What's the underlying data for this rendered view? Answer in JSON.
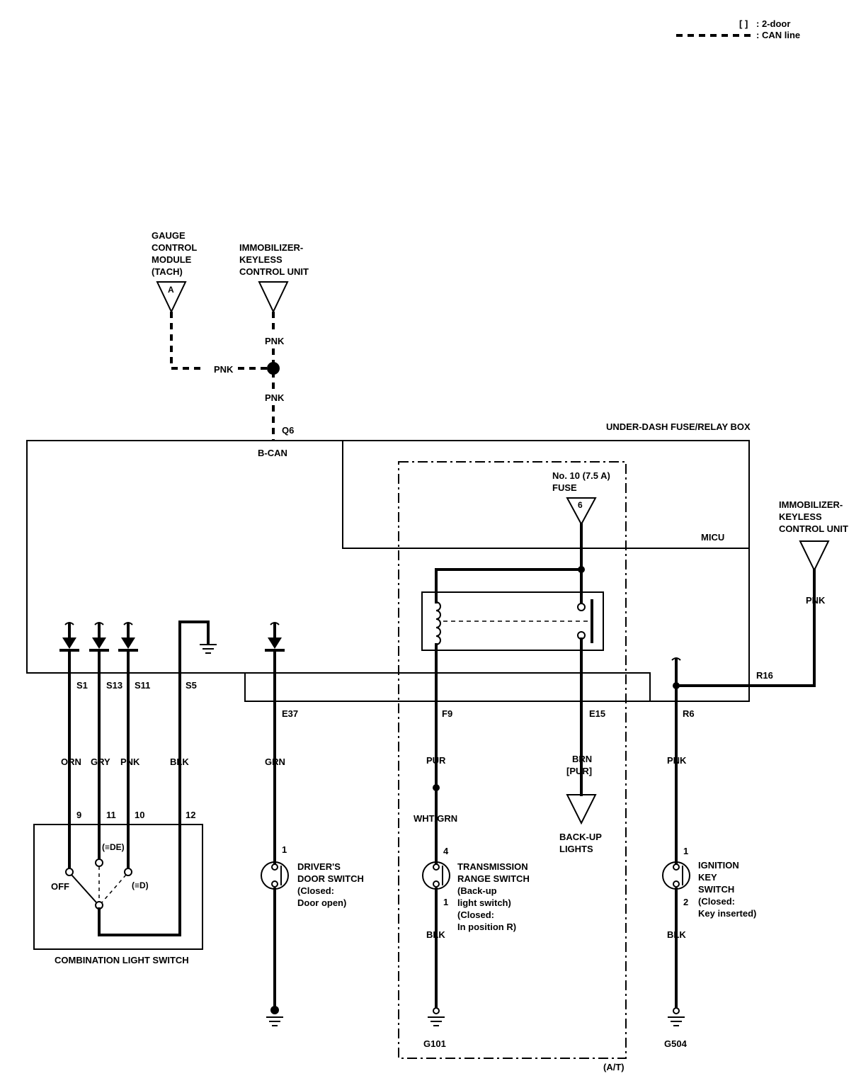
{
  "legend": {
    "bracket_symbol": "[ ]",
    "bracket_text": ": 2-door",
    "dashed_text": ": CAN line"
  },
  "top": {
    "gauge": [
      "GAUGE",
      "CONTROL",
      "MODULE",
      "(TACH)"
    ],
    "gauge_pin": "A",
    "immo": [
      "IMMOBILIZER-",
      "KEYLESS",
      "CONTROL UNIT"
    ],
    "wire_pnk_upper": "PNK",
    "wire_pnk_left": "PNK",
    "wire_pnk_lower": "PNK",
    "q6": "Q6",
    "bcan": "B-CAN"
  },
  "box": {
    "title": "UNDER-DASH FUSE/RELAY BOX",
    "micu": "MICU",
    "fuse": [
      "No. 10 (7.5 A)",
      "FUSE"
    ],
    "fuse_pin": "6",
    "at_label": "(A/T)"
  },
  "immo_right": {
    "label": [
      "IMMOBILIZER-",
      "KEYLESS",
      "CONTROL UNIT"
    ],
    "wire": "PNK",
    "pin": "R16"
  },
  "terminals": [
    "S1",
    "S13",
    "S11",
    "S5",
    "E37",
    "F9",
    "E15",
    "R6"
  ],
  "wires": {
    "orn": "ORN",
    "gry": "GRY",
    "pnk1": "PNK",
    "blk1": "BLK",
    "grn": "GRN",
    "pur": "PUR",
    "whtgrn": "WHT/GRN",
    "brn": "BRN",
    "brn_alt": "[PUR]",
    "pnk2": "PNK",
    "blk2": "BLK",
    "blk3": "BLK"
  },
  "combo": {
    "pins": [
      "9",
      "11",
      "10",
      "12"
    ],
    "off": "OFF",
    "pos1": "(≡DΕ)",
    "pos2": "(≡D)",
    "label": "COMBINATION LIGHT SWITCH"
  },
  "door": {
    "pin": "1",
    "label": [
      "DRIVER'S",
      "DOOR SWITCH",
      "(Closed:",
      "Door open)"
    ]
  },
  "trans": {
    "pin_top": "4",
    "pin_bot": "1",
    "label": [
      "TRANSMISSION",
      "RANGE SWITCH",
      "(Back-up",
      "light switch)",
      "(Closed:",
      "In position R)"
    ],
    "ground": "G101"
  },
  "backup": {
    "label": [
      "BACK-UP",
      "LIGHTS"
    ]
  },
  "ign": {
    "pin_top": "1",
    "pin_bot": "2",
    "label": [
      "IGNITION",
      "KEY",
      "SWITCH",
      "(Closed:",
      "Key inserted)"
    ],
    "ground": "G504"
  }
}
